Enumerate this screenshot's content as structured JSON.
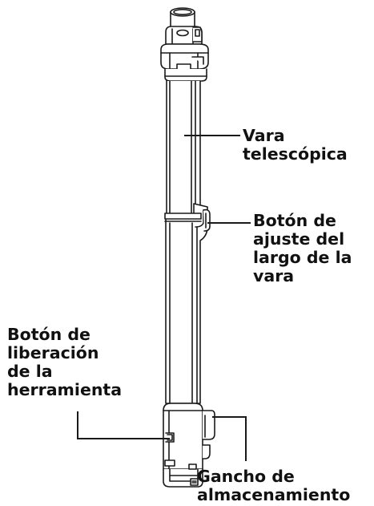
{
  "labels": {
    "telescopic_wand": [
      "Vara",
      "telescópica"
    ],
    "length_button": [
      "Botón de",
      "ajuste del",
      "largo de la",
      "vara"
    ],
    "tool_release_button": [
      "Botón de",
      "liberación",
      "de la",
      "herramienta"
    ],
    "storage_hook": [
      "Gancho de",
      "almacenamiento"
    ]
  },
  "colors": {
    "line": "#1a1a1a",
    "text": "#111111",
    "fill": "#ffffff"
  }
}
